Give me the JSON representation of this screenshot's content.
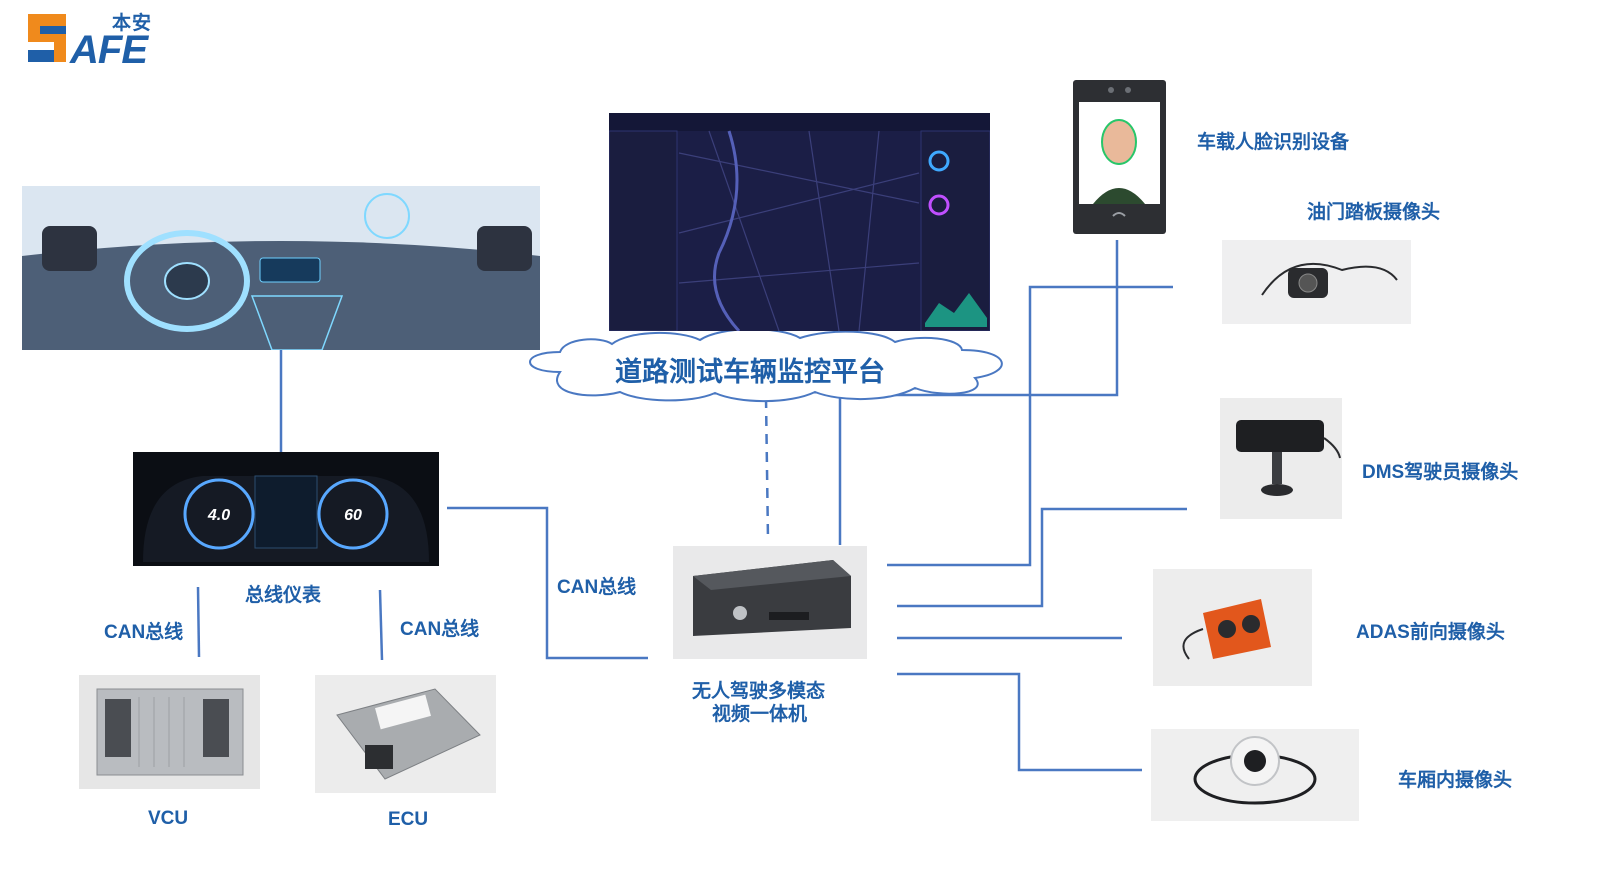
{
  "logo": {
    "cn": "本安",
    "en": "AFE"
  },
  "platform": {
    "title": "道路测试车辆监控平台"
  },
  "devices": {
    "cluster": "总线仪表",
    "vcu": "VCU",
    "ecu": "ECU",
    "unit_line1": "无人驾驶多模态",
    "unit_line2": "视频一体机",
    "face": "车载人脸识别设备",
    "pedal": "油门踏板摄像头",
    "dms": "DMS驾驶员摄像头",
    "adas": "ADAS前向摄像头",
    "cabin": "车厢内摄像头"
  },
  "bus": {
    "left": "CAN总线",
    "mid": "CAN总线",
    "right": "CAN总线"
  },
  "gauges": {
    "left": "4.0",
    "right": "60"
  },
  "colors": {
    "accent": "#1f5fa8",
    "wire": "#4a78c2",
    "logo_orange": "#f08a1c"
  }
}
